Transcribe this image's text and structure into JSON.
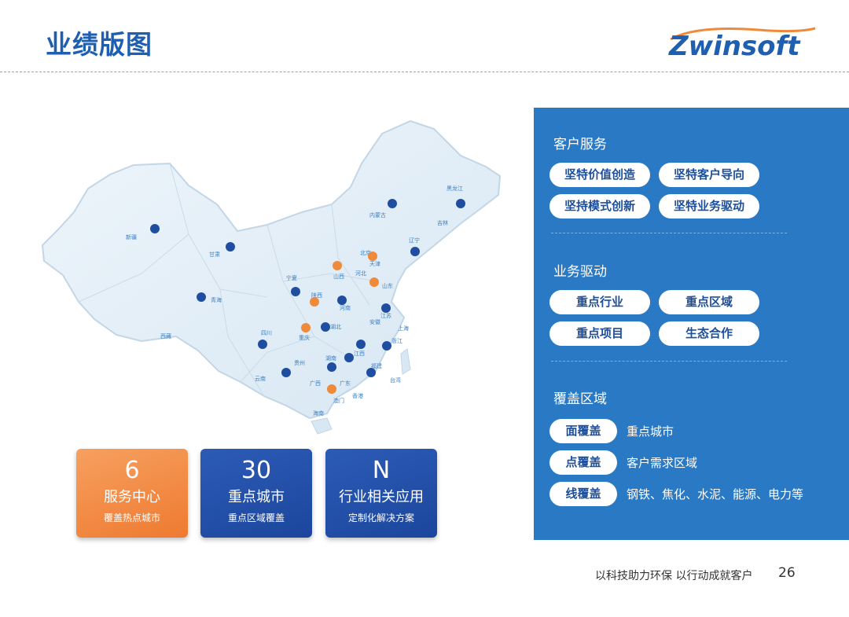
{
  "header": {
    "title": "业绩版图",
    "logo_text": "Zwinsoft"
  },
  "map": {
    "regions": [
      {
        "name": "新疆"
      },
      {
        "name": "西藏"
      },
      {
        "name": "青海"
      },
      {
        "name": "甘肃"
      },
      {
        "name": "内蒙古"
      },
      {
        "name": "黑龙江"
      },
      {
        "name": "吉林"
      },
      {
        "name": "辽宁"
      },
      {
        "name": "北京"
      },
      {
        "name": "天津"
      },
      {
        "name": "河北"
      },
      {
        "name": "山西"
      },
      {
        "name": "山东"
      },
      {
        "name": "宁夏"
      },
      {
        "name": "陕西"
      },
      {
        "name": "河南"
      },
      {
        "name": "江苏"
      },
      {
        "name": "安徽"
      },
      {
        "name": "湖北"
      },
      {
        "name": "四川"
      },
      {
        "name": "重庆"
      },
      {
        "name": "浙江"
      },
      {
        "name": "江西"
      },
      {
        "name": "湖南"
      },
      {
        "name": "贵州"
      },
      {
        "name": "云南"
      },
      {
        "name": "广西"
      },
      {
        "name": "广东"
      },
      {
        "name": "福建"
      },
      {
        "name": "台湾"
      },
      {
        "name": "海南"
      },
      {
        "name": "香港"
      },
      {
        "name": "澳门"
      },
      {
        "name": "上海"
      }
    ],
    "orange_marker_color": "#ef8a3a",
    "blue_marker_color": "#1f4ea1"
  },
  "stats": [
    {
      "number": "6",
      "label": "服务中心",
      "sub": "覆盖热点城市",
      "color": "#ee7a30"
    },
    {
      "number": "30",
      "label": "重点城市",
      "sub": "重点区域覆盖",
      "color": "#1c469d"
    },
    {
      "number": "N",
      "label": "行业相关应用",
      "sub": "定制化解决方案",
      "color": "#1c469d"
    }
  ],
  "panel": {
    "background": "#2a79c4",
    "customer_service": {
      "title": "客户服务",
      "items": [
        "坚特价值创造",
        "坚特客户导向",
        "坚持模式创新",
        "坚特业务驱动"
      ]
    },
    "business_drive": {
      "title": "业务驱动",
      "items": [
        "重点行业",
        "重点区域",
        "重点项目",
        "生态合作"
      ]
    },
    "coverage": {
      "title": "覆盖区域",
      "rows": [
        {
          "badge": "面覆盖",
          "text": "重点城市"
        },
        {
          "badge": "点覆盖",
          "text": "客户需求区域"
        },
        {
          "badge": "线覆盖",
          "text": "钢铁、焦化、水泥、能源、电力等"
        }
      ]
    }
  },
  "footer": {
    "slogan": "以科技助力环保 以行动成就客户",
    "page_number": "26"
  }
}
